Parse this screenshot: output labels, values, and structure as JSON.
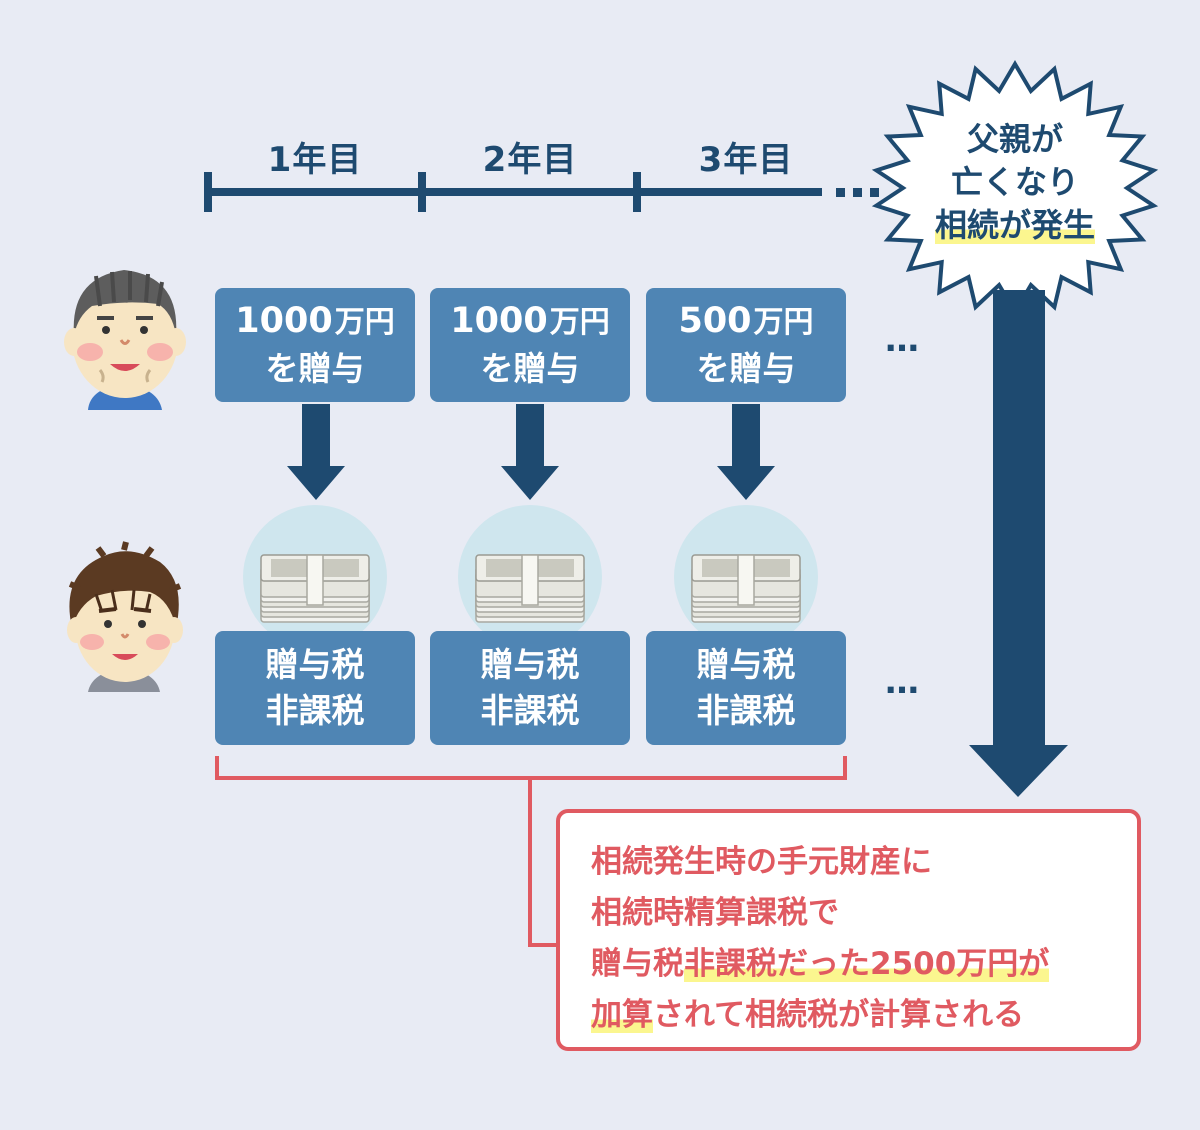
{
  "timeline": {
    "years": [
      "1年目",
      "2年目",
      "3年目"
    ],
    "continuation": "…"
  },
  "event": {
    "line1": "父親が",
    "line2": "亡くなり",
    "line3": "相続が発生"
  },
  "gifts": [
    {
      "amount": "1000",
      "unit": "万円",
      "action": "を贈与"
    },
    {
      "amount": "1000",
      "unit": "万円",
      "action": "を贈与"
    },
    {
      "amount": "500",
      "unit": "万円",
      "action": "を贈与"
    }
  ],
  "tax_status": [
    {
      "line1": "贈与税",
      "line2": "非課税"
    },
    {
      "line1": "贈与税",
      "line2": "非課税"
    },
    {
      "line1": "贈与税",
      "line2": "非課税"
    }
  ],
  "ellipsis": "…",
  "note": {
    "line1": "相続発生時の手元財産に",
    "line2": "相続時精算課税で",
    "line3_a": "贈与税",
    "line3_b": "非課税だった2500万円が",
    "line4_a": "加算",
    "line4_b": "されて相続税が計算される"
  },
  "colors": {
    "background": "#e8ebf4",
    "navy": "#1e4a70",
    "box_blue": "#4f85b4",
    "accent_red": "#e05a61",
    "highlight": "#fbf68f"
  },
  "icons": {
    "father": "father-avatar",
    "child": "son-avatar",
    "money": "banknote-stack-icon"
  }
}
